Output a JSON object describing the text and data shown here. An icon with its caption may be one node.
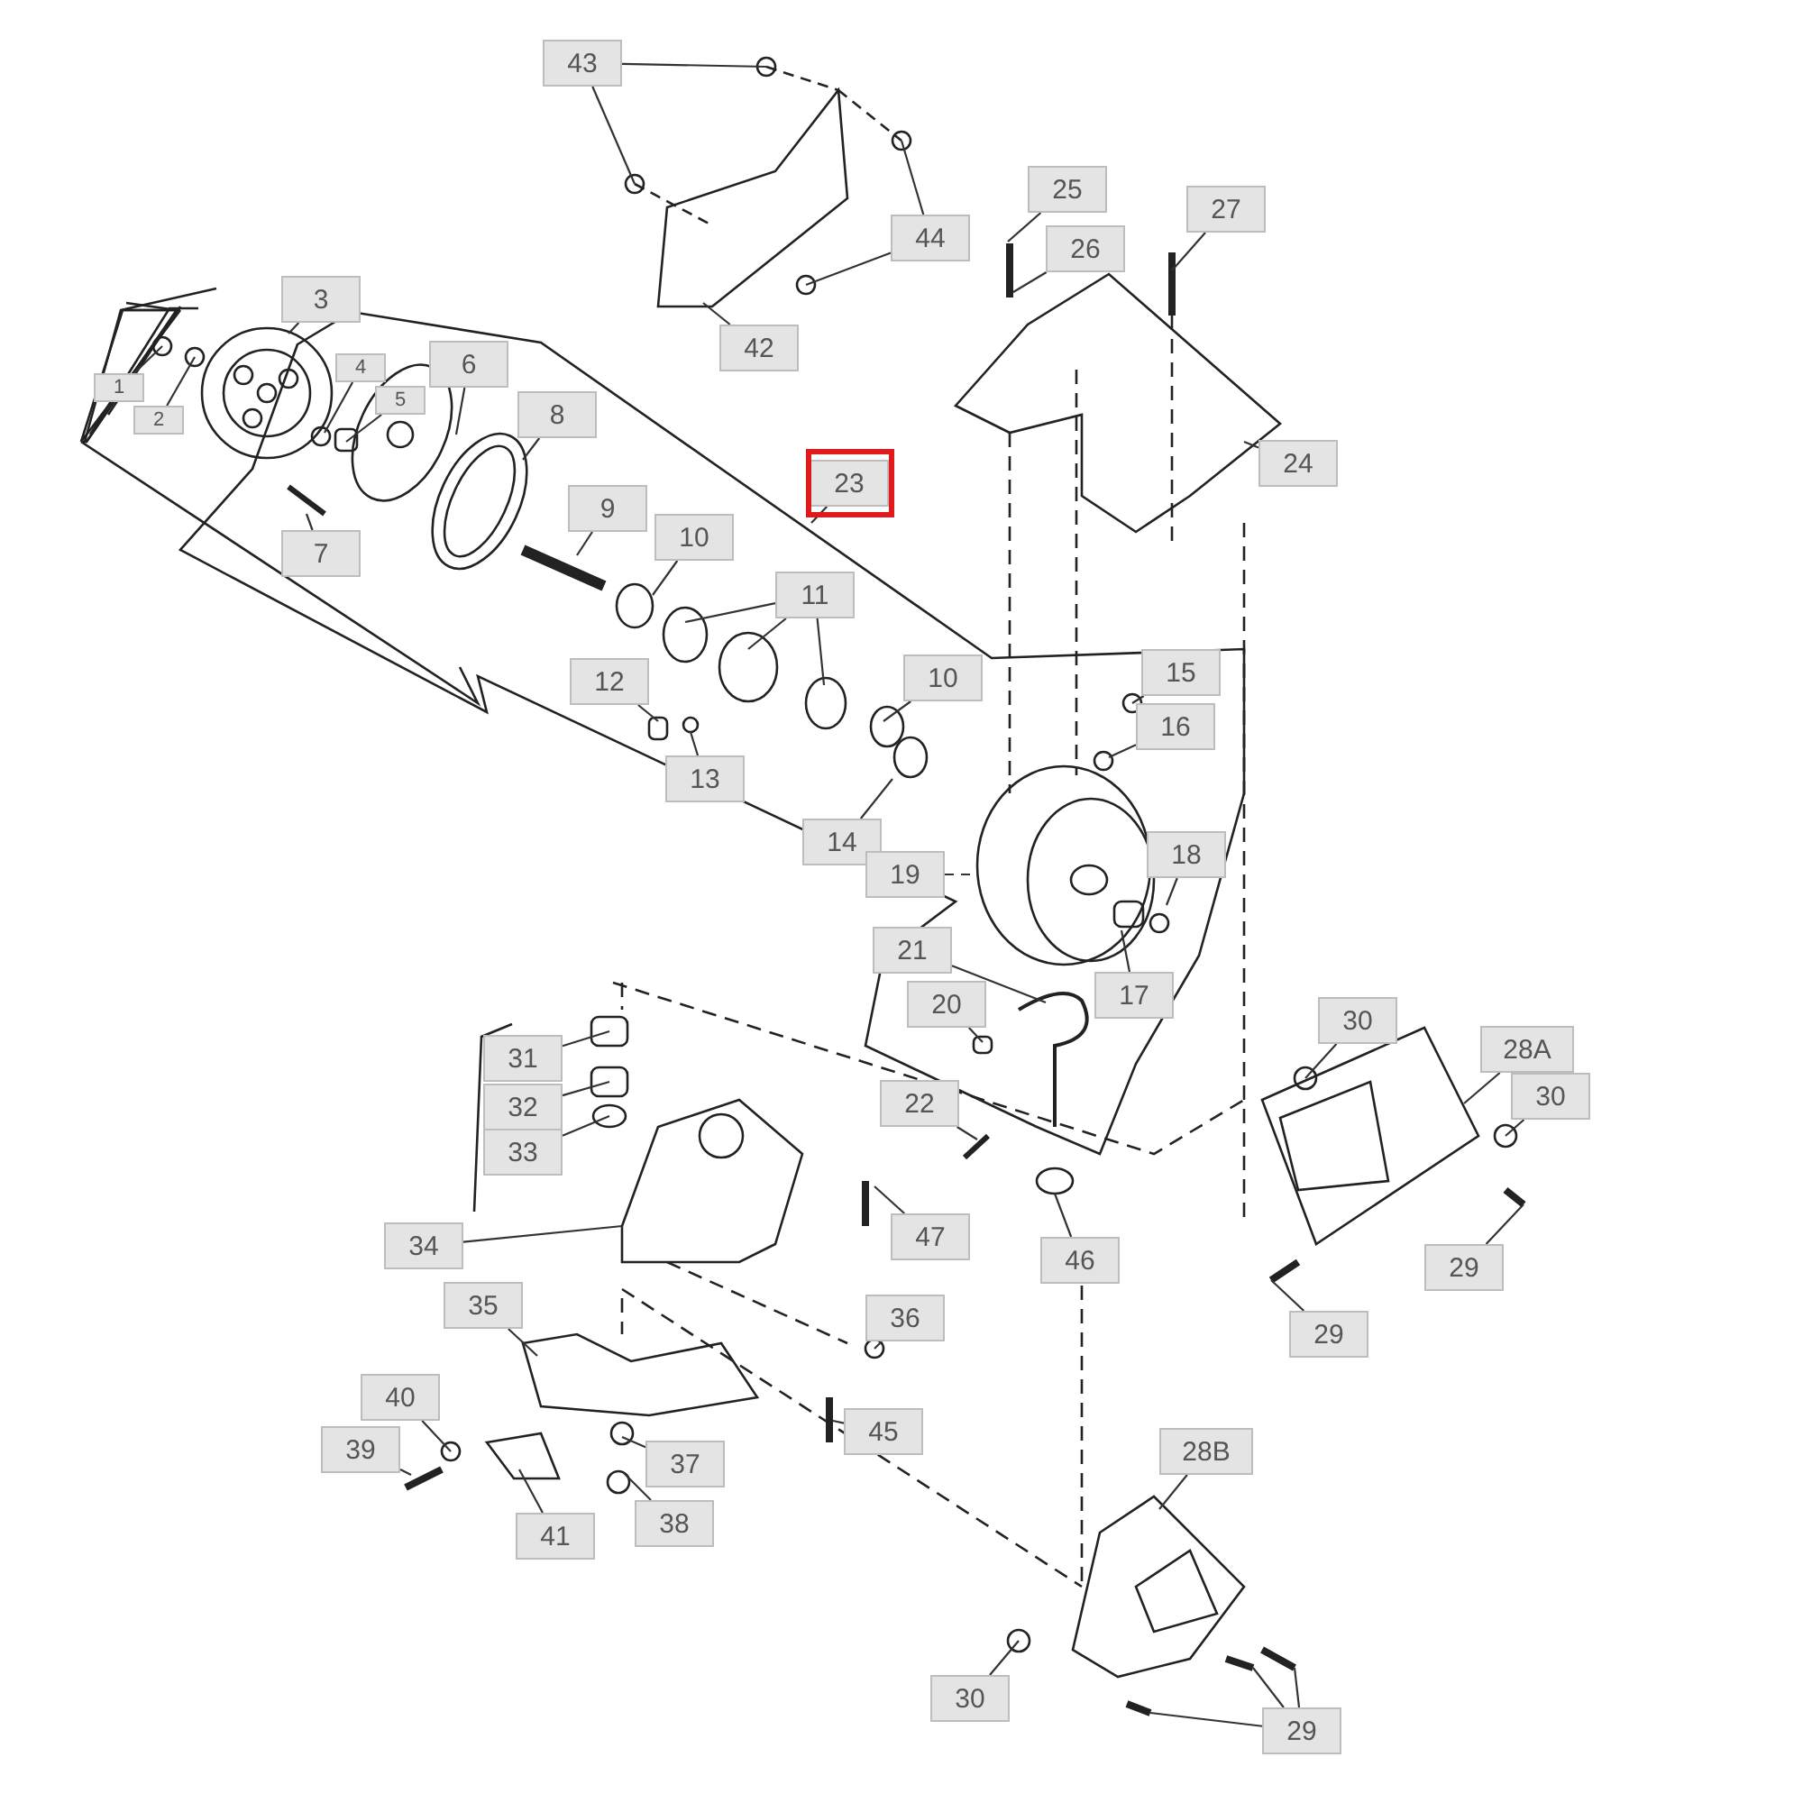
{
  "diagram": {
    "nodes": [
      {
        "text": [
          "43"
        ]
      },
      {
        "text": [
          "44"
        ]
      },
      {
        "text": [
          "42"
        ]
      },
      {
        "text": [
          "25"
        ]
      },
      {
        "text": [
          "26"
        ]
      },
      {
        "text": [
          "27"
        ]
      },
      {
        "text": [
          "24"
        ]
      },
      {
        "text": [
          "3"
        ]
      },
      {
        "text": [
          "6"
        ]
      },
      {
        "text": [
          "4"
        ]
      },
      {
        "text": [
          "5"
        ]
      },
      {
        "text": [
          "1"
        ]
      },
      {
        "text": [
          "2"
        ]
      },
      {
        "text": [
          "7"
        ]
      },
      {
        "text": [
          "8"
        ]
      },
      {
        "text": [
          "23"
        ]
      },
      {
        "text": [
          "9"
        ]
      },
      {
        "text": [
          "10"
        ]
      },
      {
        "text": [
          "11"
        ]
      },
      {
        "text": [
          "12"
        ]
      },
      {
        "text": [
          "13"
        ]
      },
      {
        "text": [
          "10"
        ]
      },
      {
        "text": [
          "14"
        ]
      },
      {
        "text": [
          "15"
        ]
      },
      {
        "text": [
          "16"
        ]
      },
      {
        "text": [
          "19"
        ]
      },
      {
        "text": [
          "18"
        ]
      },
      {
        "text": [
          "17"
        ]
      },
      {
        "text": [
          "21"
        ]
      },
      {
        "text": [
          "20"
        ]
      },
      {
        "text": [
          "22"
        ]
      },
      {
        "text": [
          "30"
        ]
      },
      {
        "text": [
          "28A"
        ]
      },
      {
        "text": [
          "30"
        ]
      },
      {
        "text": [
          "29"
        ]
      },
      {
        "text": [
          "29"
        ]
      },
      {
        "text": [
          "46"
        ]
      },
      {
        "text": [
          "47"
        ]
      },
      {
        "text": [
          "31"
        ]
      },
      {
        "text": [
          "32"
        ]
      },
      {
        "text": [
          "33"
        ]
      },
      {
        "text": [
          "34"
        ]
      },
      {
        "text": [
          "35"
        ]
      },
      {
        "text": [
          "36"
        ]
      },
      {
        "text": [
          "45"
        ]
      },
      {
        "text": [
          "40"
        ]
      },
      {
        "text": [
          "39"
        ]
      },
      {
        "text": [
          "37"
        ]
      },
      {
        "text": [
          "38"
        ]
      },
      {
        "text": [
          "41"
        ]
      },
      {
        "text": [
          "28B"
        ]
      },
      {
        "text": [
          "30"
        ]
      },
      {
        "text": [
          "29"
        ]
      }
    ],
    "edges": [
      {
        "from": 0,
        "to": null,
        "arrow": "none"
      },
      {
        "from": 0,
        "to": null,
        "arrow": "none"
      },
      {
        "from": 1,
        "to": null,
        "arrow": "none"
      },
      {
        "from": 1,
        "to": null,
        "arrow": "none"
      },
      {
        "from": 2,
        "to": null,
        "arrow": "none"
      },
      {
        "from": 3,
        "to": null,
        "arrow": "none"
      },
      {
        "from": 4,
        "to": null,
        "arrow": "none"
      },
      {
        "from": 5,
        "to": null,
        "arrow": "none"
      },
      {
        "from": 6,
        "to": null,
        "arrow": "none"
      },
      {
        "from": 7,
        "to": null,
        "arrow": "none"
      },
      {
        "from": 8,
        "to": null,
        "arrow": "none"
      },
      {
        "from": 9,
        "to": null,
        "arrow": "none"
      },
      {
        "from": 10,
        "to": null,
        "arrow": "none"
      },
      {
        "from": 11,
        "to": null,
        "arrow": "none"
      },
      {
        "from": 12,
        "to": null,
        "arrow": "none"
      },
      {
        "from": 13,
        "to": null,
        "arrow": "none"
      },
      {
        "from": 14,
        "to": null,
        "arrow": "none"
      },
      {
        "from": 15,
        "to": null,
        "arrow": "none"
      },
      {
        "from": 16,
        "to": null,
        "arrow": "none"
      },
      {
        "from": 17,
        "to": null,
        "arrow": "none"
      },
      {
        "from": 18,
        "to": null,
        "arrow": "none"
      },
      {
        "from": 18,
        "to": null,
        "arrow": "none"
      },
      {
        "from": 18,
        "to": null,
        "arrow": "none"
      },
      {
        "from": 19,
        "to": null,
        "arrow": "none"
      },
      {
        "from": 20,
        "to": null,
        "arrow": "none"
      },
      {
        "from": 21,
        "to": null,
        "arrow": "none"
      },
      {
        "from": 22,
        "to": null,
        "arrow": "none"
      },
      {
        "from": 23,
        "to": null,
        "arrow": "none"
      },
      {
        "from": 24,
        "to": null,
        "arrow": "none"
      },
      {
        "from": 25,
        "to": null,
        "arrow": "none",
        "style": "dashed"
      },
      {
        "from": 26,
        "to": null,
        "arrow": "none"
      },
      {
        "from": 27,
        "to": null,
        "arrow": "none"
      },
      {
        "from": 28,
        "to": null,
        "arrow": "none"
      },
      {
        "from": 29,
        "to": null,
        "arrow": "none"
      },
      {
        "from": 30,
        "to": null,
        "arrow": "none"
      },
      {
        "from": 31,
        "to": null,
        "arrow": "none"
      },
      {
        "from": 32,
        "to": null,
        "arrow": "none"
      },
      {
        "from": 33,
        "to": null,
        "arrow": "none"
      },
      {
        "from": 34,
        "to": null,
        "arrow": "none"
      },
      {
        "from": 35,
        "to": null,
        "arrow": "none"
      },
      {
        "from": 36,
        "to": null,
        "arrow": "none"
      },
      {
        "from": 37,
        "to": null,
        "arrow": "none"
      },
      {
        "from": 38,
        "to": null,
        "arrow": "none"
      },
      {
        "from": 39,
        "to": null,
        "arrow": "none"
      },
      {
        "from": 40,
        "to": null,
        "arrow": "none"
      },
      {
        "from": 41,
        "to": null,
        "arrow": "none"
      },
      {
        "from": 42,
        "to": null,
        "arrow": "none"
      },
      {
        "from": 43,
        "to": null,
        "arrow": "none"
      },
      {
        "from": 44,
        "to": null,
        "arrow": "none"
      },
      {
        "from": 45,
        "to": null,
        "arrow": "none"
      },
      {
        "from": 46,
        "to": null,
        "arrow": "none"
      },
      {
        "from": 47,
        "to": null,
        "arrow": "none"
      },
      {
        "from": 48,
        "to": null,
        "arrow": "none"
      },
      {
        "from": 49,
        "to": null,
        "arrow": "none"
      },
      {
        "from": 50,
        "to": null,
        "arrow": "none"
      },
      {
        "from": 51,
        "to": null,
        "arrow": "none"
      },
      {
        "from": 52,
        "to": null,
        "arrow": "none"
      },
      {
        "from": 52,
        "to": null,
        "arrow": "none"
      },
      {
        "from": 52,
        "to": null,
        "arrow": "none"
      }
    ]
  }
}
